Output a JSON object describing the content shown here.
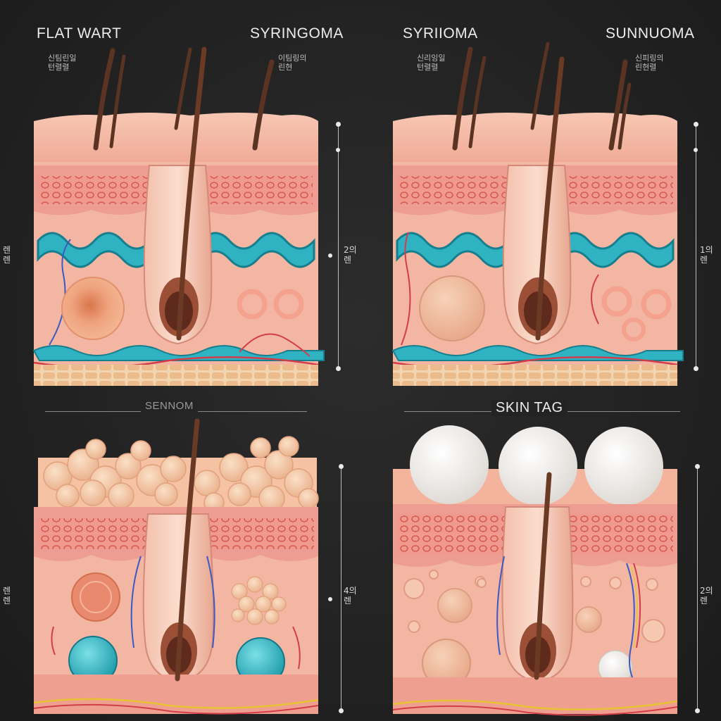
{
  "panels": {
    "top_left": {
      "title": "FLAT WART",
      "subtitle": "신팀린일\n턴렬렬"
    },
    "top_mid": {
      "title": "SYRINGOMA",
      "subtitle": "이팀링의\n린현"
    },
    "top_mid2": {
      "title": "SYRIIOMA",
      "subtitle": "신리잉일\n턴렬렬"
    },
    "top_right": {
      "title": "SUNNUOMA",
      "subtitle": "신피링의\n린현렬"
    },
    "bottom_left": {
      "title": "SENNOM"
    },
    "bottom_right": {
      "title": "SKIN TAG"
    }
  },
  "scale_labels": {
    "left_top": "렌\n렌",
    "mid_top": "2의\n렌",
    "right_top": "1의\n렌",
    "left_bottom": "렌\n렌",
    "mid_bottom": "4의\n렌",
    "right_bottom": "2의\n렌"
  },
  "colors": {
    "background": "#222222",
    "epidermis": "#f4b69f",
    "dermis": "#f2b8a8",
    "papillary": "#ec8f86",
    "gland_teal": "#2fb8c6",
    "fat": "#f1c79b",
    "hair": "#5a3322"
  }
}
